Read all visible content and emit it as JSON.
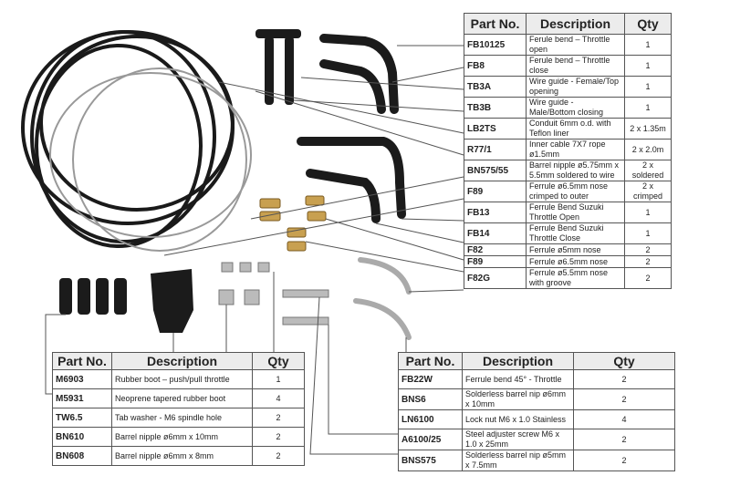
{
  "headers": {
    "part": "Part No.",
    "description": "Description",
    "qty": "Qty"
  },
  "table_right": [
    {
      "part": "FB10125",
      "description": "Ferule bend – Throttle open",
      "qty": "1"
    },
    {
      "part": "FB8",
      "description": "Ferule bend – Throttle close",
      "qty": "1"
    },
    {
      "part": "TB3A",
      "description": "Wire guide - Female/Top opening",
      "qty": "1"
    },
    {
      "part": "TB3B",
      "description": "Wire guide - Male/Bottom closing",
      "qty": "1"
    },
    {
      "part": "LB2TS",
      "description": "Conduit 6mm o.d. with Teflon liner",
      "qty": "2 x 1.35m"
    },
    {
      "part": "R77/1",
      "description": "Inner cable 7X7 rope ø1.5mm",
      "qty": "2 x 2.0m"
    },
    {
      "part": "BN575/55",
      "description": "Barrel nipple ø5.75mm x 5.5mm soldered to wire",
      "qty": "2 x soldered"
    },
    {
      "part": "F89",
      "description": "Ferrule ø6.5mm nose crimped to outer",
      "qty": "2 x crimped"
    },
    {
      "part": "FB13",
      "description": "Ferrule Bend Suzuki Throttle Open",
      "qty": "1"
    },
    {
      "part": "FB14",
      "description": "Ferrule Bend Suzuki Throttle Close",
      "qty": "1"
    },
    {
      "part": "F82",
      "description": "Ferrule ø5mm nose",
      "qty": "2"
    },
    {
      "part": "F89",
      "description": "Ferrule ø6.5mm nose",
      "qty": "2"
    },
    {
      "part": "F82G",
      "description": "Ferrule  ø5.5mm nose with groove",
      "qty": "2"
    }
  ],
  "table_bottom_left": [
    {
      "part": "M6903",
      "description": "Rubber boot – push/pull throttle",
      "qty": "1"
    },
    {
      "part": "M5931",
      "description": "Neoprene tapered rubber boot",
      "qty": "4"
    },
    {
      "part": "TW6.5",
      "description": "Tab washer - M6 spindle hole",
      "qty": "2"
    },
    {
      "part": "BN610",
      "description": "Barrel nipple ø6mm  x 10mm",
      "qty": "2"
    },
    {
      "part": "BN608",
      "description": "Barrel nipple ø6mm x 8mm",
      "qty": "2"
    }
  ],
  "table_bottom_right": [
    {
      "part": "FB22W",
      "description": "Ferrule bend 45°  - Throttle",
      "qty": "2"
    },
    {
      "part": "BNS6",
      "description": "Solderless barrel nip ø6mm x 10mm",
      "qty": "2"
    },
    {
      "part": "LN6100",
      "description": "Lock nut M6 x 1.0 Stainless",
      "qty": "4"
    },
    {
      "part": "A6100/25",
      "description": "Steel adjuster screw M6 x 1.0 x 25mm",
      "qty": "2"
    },
    {
      "part": "BNS575",
      "description": "Solderless barrel nip ø5mm x 7.5mm",
      "qty": "2"
    }
  ]
}
